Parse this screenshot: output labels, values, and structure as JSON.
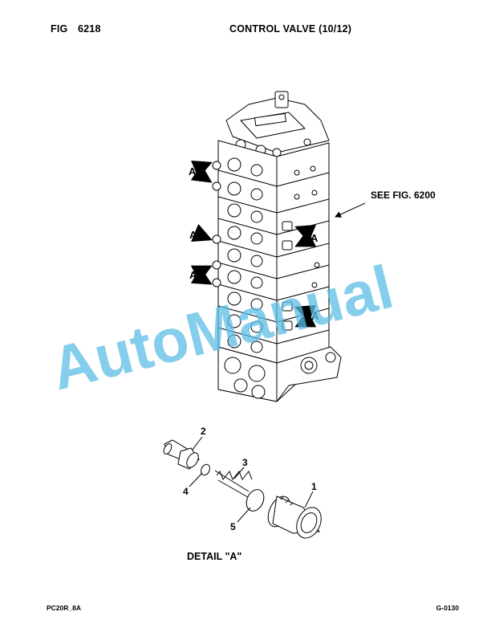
{
  "header": {
    "fig_label": "FIG",
    "fig_number": "6218",
    "title": "CONTROL VALVE (10/12)"
  },
  "diagram": {
    "see_ref": "SEE FIG. 6200",
    "port_label": "A",
    "detail_title": "DETAIL \"A\"",
    "callouts": [
      "1",
      "2",
      "3",
      "4",
      "5"
    ]
  },
  "watermark": {
    "text": "AutoManual",
    "color": "#5bbde6"
  },
  "footer": {
    "left": "PC20R_8A",
    "right": "G-0130"
  }
}
